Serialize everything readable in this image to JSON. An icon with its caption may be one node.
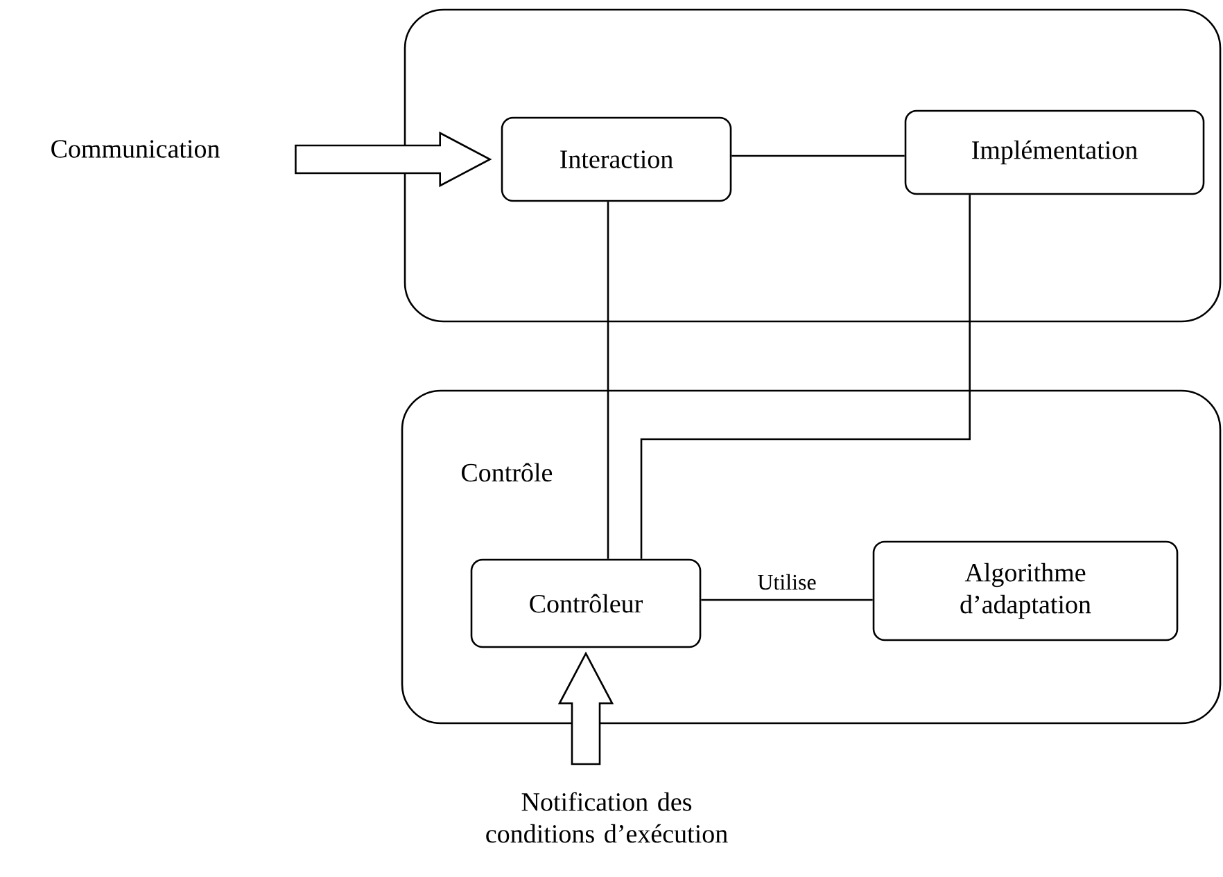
{
  "diagram": {
    "nodes": [
      {
        "text": [],
        "shape": "box"
      },
      {
        "text": [
          "Interaction"
        ],
        "in": 0
      },
      {
        "text": [
          "Implémentation"
        ],
        "in": 0
      },
      {
        "text": [
          "Contrôle"
        ]
      },
      {
        "text": [
          "Contrôleur"
        ],
        "in": 3
      },
      {
        "text": [
          "Algorithme d’adaptation"
        ],
        "in": 3
      },
      {
        "text": [
          "Communication"
        ]
      },
      {
        "text": [
          "Notification des conditions d’exécution"
        ]
      }
    ],
    "edges": [
      {
        "from": 6,
        "to": 1,
        "arrow": "to"
      },
      {
        "from": 1,
        "to": 2,
        "arrow": "none"
      },
      {
        "from": 1,
        "to": 4,
        "arrow": "none"
      },
      {
        "from": 2,
        "to": 4,
        "arrow": "none"
      },
      {
        "from": 4,
        "to": 5,
        "arrow": "none",
        "label": "Utilise"
      },
      {
        "from": 7,
        "to": 4,
        "arrow": "to"
      }
    ]
  }
}
